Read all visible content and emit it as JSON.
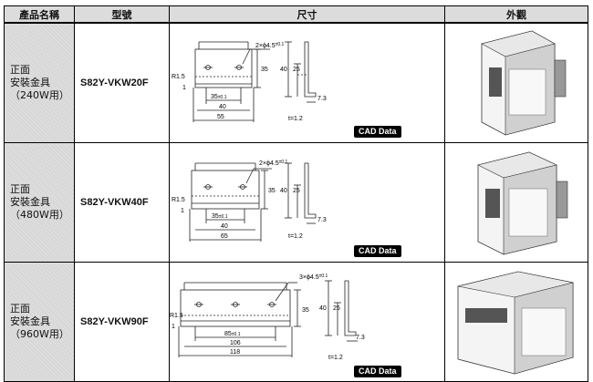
{
  "header": {
    "col_name": "產品名稱",
    "col_model": "型號",
    "col_dims": "尺寸",
    "col_appearance": "外觀"
  },
  "rows": [
    {
      "name_line1": "正面",
      "name_line2": "安裝金具",
      "name_line3": "（240W用）",
      "model": "S82Y-VKW20F",
      "dims": {
        "hole": "2×ϕ4.5",
        "hole_tol": "±0.1",
        "radius": "R1.5",
        "d1": "1",
        "pitch": "35",
        "pitch_tol": "±0.1",
        "inner": "40",
        "overall": "55",
        "height": "35",
        "side_h1": "40",
        "side_h2": "25",
        "flange": "7.3",
        "thickness": "t=1.2"
      },
      "cad_label": "CAD Data"
    },
    {
      "name_line1": "正面",
      "name_line2": "安裝金具",
      "name_line3": "（480W用）",
      "model": "S82Y-VKW40F",
      "dims": {
        "hole": "2×ϕ4.5",
        "hole_tol": "±0.1",
        "radius": "R1.5",
        "d1": "1",
        "pitch": "35",
        "pitch_tol": "±0.1",
        "inner": "40",
        "overall": "65",
        "height": "35",
        "side_h1": "40",
        "side_h2": "25",
        "flange": "7.3",
        "thickness": "t=1.2"
      },
      "cad_label": "CAD Data"
    },
    {
      "name_line1": "正面",
      "name_line2": "安裝金具",
      "name_line3": "（960W用）",
      "model": "S82Y-VKW90F",
      "dims": {
        "hole": "3×ϕ4.5",
        "hole_tol": "±0.1",
        "radius": "R1.5",
        "d1": "1",
        "pitch": "85",
        "pitch_tol": "±0.1",
        "inner": "106",
        "overall": "118",
        "height": "35",
        "side_h1": "40",
        "side_h2": "25",
        "flange": "7.3",
        "thickness": "t=1.2"
      },
      "cad_label": "CAD Data"
    }
  ]
}
